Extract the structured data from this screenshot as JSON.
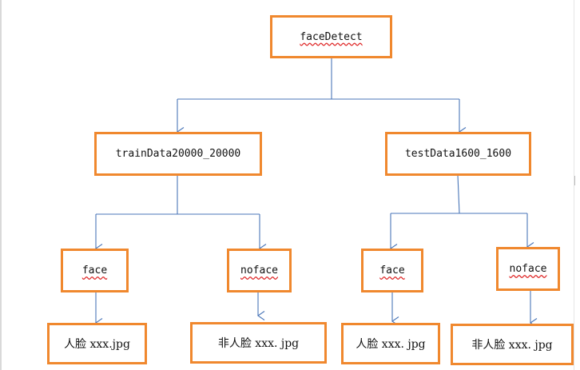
{
  "colors": {
    "box_border": "#f0882e",
    "connector": "#4a76b8",
    "spellcheck_underline": "#e03030"
  },
  "root": {
    "label": "faceDetect"
  },
  "branches": [
    {
      "label": "trainData20000_20000",
      "children": [
        {
          "label": "face",
          "leaf": "人脸 xxx.jpg"
        },
        {
          "label": "noface",
          "leaf": "非人脸 xxx. jpg"
        }
      ]
    },
    {
      "label": "testData1600_1600",
      "children": [
        {
          "label": "face",
          "leaf": "人脸 xxx. jpg"
        },
        {
          "label": "noface",
          "leaf": "非人脸 xxx. jpg"
        }
      ]
    }
  ]
}
